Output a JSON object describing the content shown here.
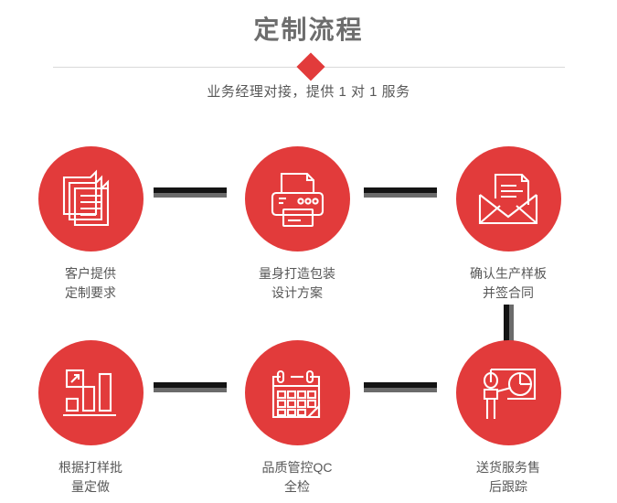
{
  "header": {
    "title": "定制流程",
    "subtitle": "业务经理对接，提供 1 对 1 服务",
    "divider_color": "#d9d9d9",
    "diamond_color": "#e23b3b",
    "title_color": "#6d6d6d",
    "subtitle_color": "#585858"
  },
  "theme": {
    "accent": "#e23b3b",
    "connector_dark": "#141414",
    "connector_gray": "#6b6b6b",
    "label_color": "#575757",
    "background": "#ffffff"
  },
  "steps": [
    {
      "index": 1,
      "icon": "documents-stack-icon",
      "label": "客户提供\n定制要求"
    },
    {
      "index": 2,
      "icon": "printer-icon",
      "label": "量身打造包装\n设计方案"
    },
    {
      "index": 3,
      "icon": "envelope-document-icon",
      "label": "确认生产样板\n并签合同"
    },
    {
      "index": 4,
      "icon": "bar-chart-growth-icon",
      "label": "根据打样批\n量定做"
    },
    {
      "index": 5,
      "icon": "calendar-check-icon",
      "label": "品质管控QC\n全检"
    },
    {
      "index": 6,
      "icon": "presenter-chart-icon",
      "label": "送货服务售\n后跟踪"
    }
  ],
  "connectors": [
    {
      "name": "connector-step1-step2",
      "orientation": "horizontal"
    },
    {
      "name": "connector-step2-step3",
      "orientation": "horizontal"
    },
    {
      "name": "connector-step3-step6",
      "orientation": "vertical"
    },
    {
      "name": "connector-step4-step5",
      "orientation": "horizontal"
    },
    {
      "name": "connector-step5-step6",
      "orientation": "horizontal"
    }
  ]
}
